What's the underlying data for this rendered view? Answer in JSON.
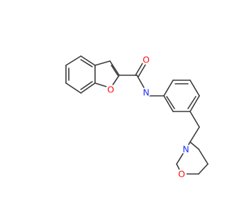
{
  "molecule": {
    "atoms": {
      "carbonyl_oxygen": "O",
      "amide_nitrogen": "N",
      "furan_oxygen": "O",
      "morpholine_nitrogen": "N",
      "morpholine_oxygen": "O"
    },
    "colors": {
      "bond": "#3a3a3a",
      "oxygen": "#ff0d0d",
      "nitrogen": "#1e33ff",
      "background": "#ffffff"
    }
  }
}
